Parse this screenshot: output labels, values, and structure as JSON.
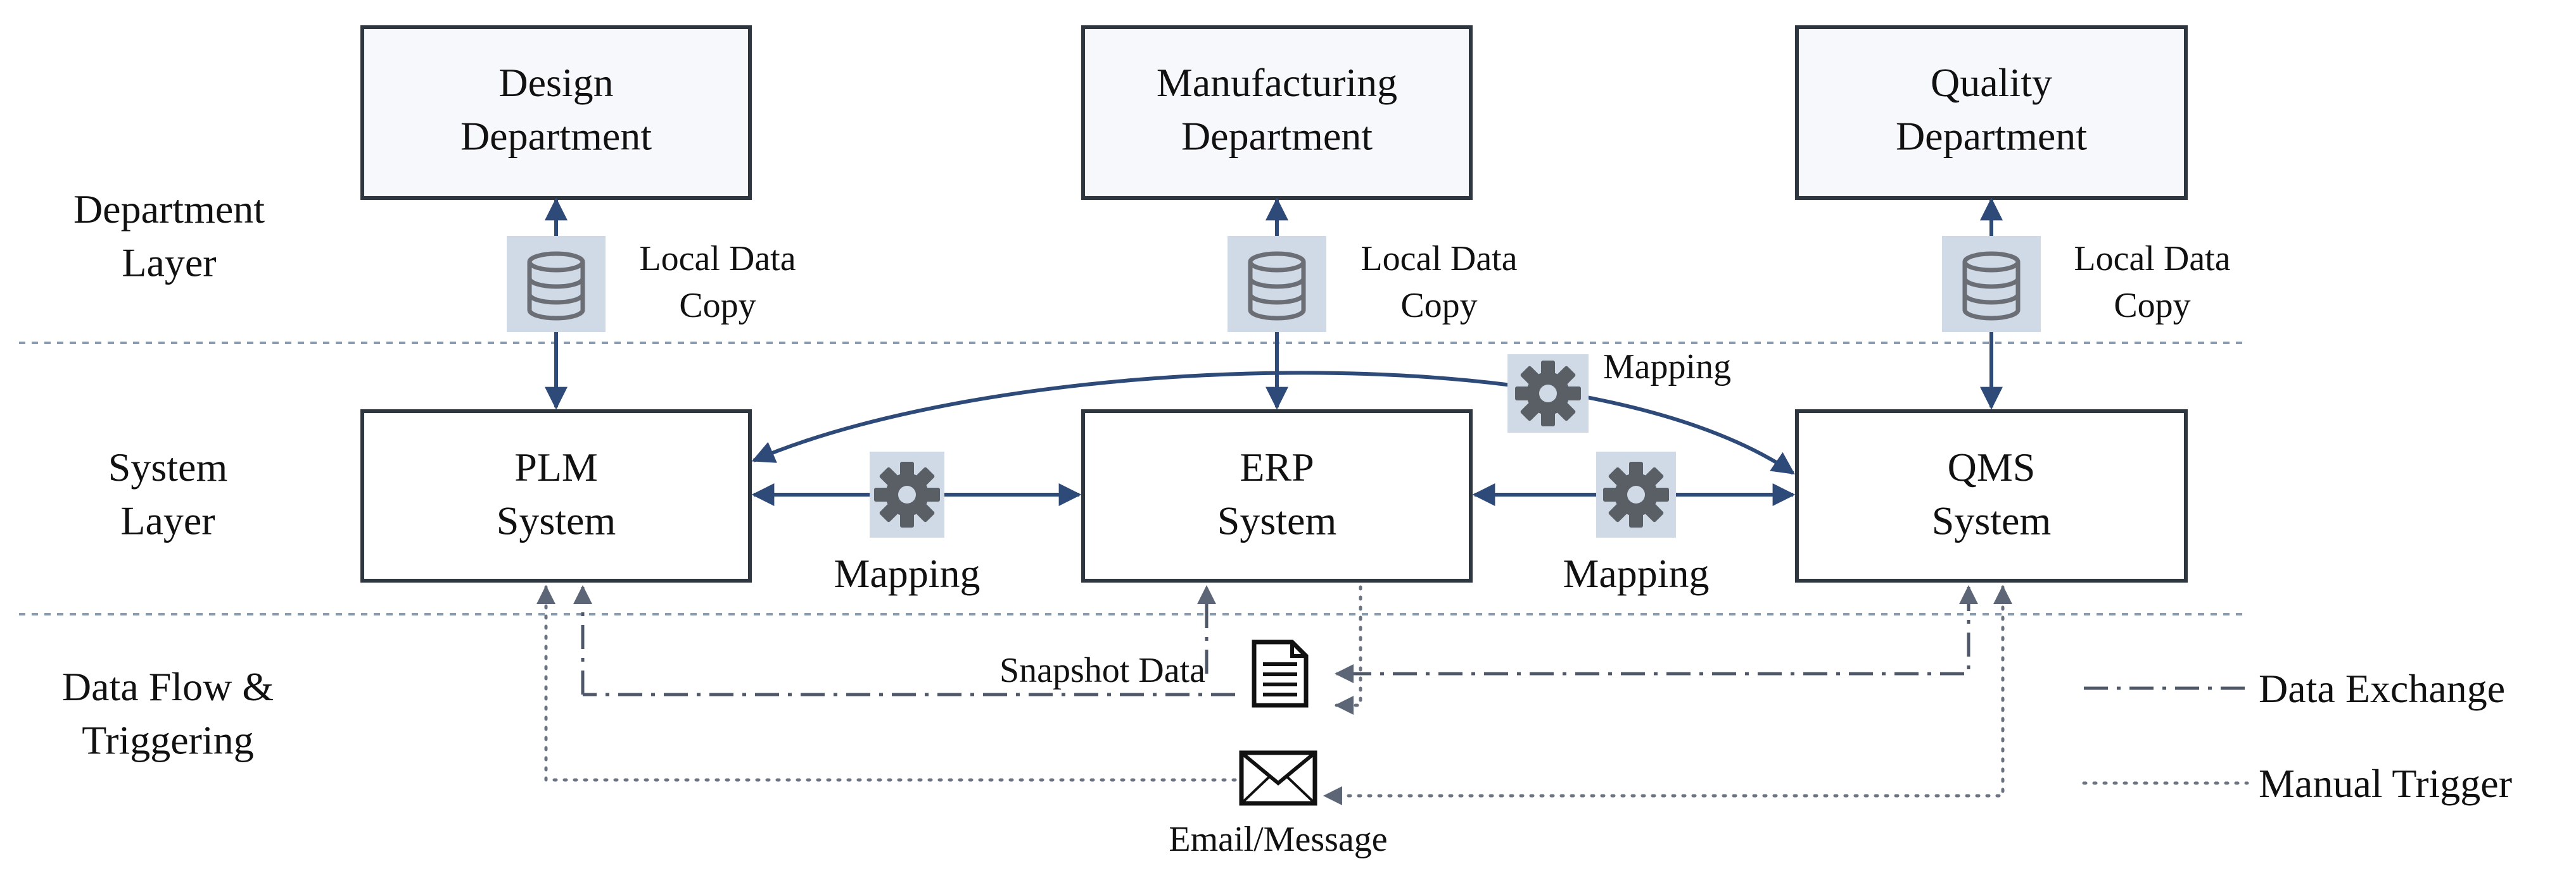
{
  "layers": {
    "department": "Department\nLayer",
    "system": "System\nLayer",
    "dataflow": "Data Flow &\nTriggering"
  },
  "departments": {
    "design": "Design\nDepartment",
    "manufacturing": "Manufacturing\nDepartment",
    "quality": "Quality\nDepartment"
  },
  "local_copy": {
    "design": "Local Data\nCopy",
    "manufacturing": "Local Data\nCopy",
    "quality": "Local Data\nCopy"
  },
  "systems": {
    "plm": "PLM\nSystem",
    "erp": "ERP\nSystem",
    "qms": "QMS\nSystem"
  },
  "mapping": {
    "plm_erp": "Mapping",
    "erp_qms": "Mapping",
    "plm_qms": "Mapping"
  },
  "dataflow": {
    "snapshot": "Snapshot Data",
    "email": "Email/Message"
  },
  "legend": {
    "data_exchange": "Data Exchange",
    "manual_trigger": "Manual Trigger"
  },
  "icons": {
    "database": "database-icon",
    "gear": "gear-icon",
    "document": "document-icon",
    "envelope": "envelope-icon"
  },
  "colors": {
    "arrow": "#2e4a78",
    "icon_bg": "#d0d9e6",
    "icon": "#5a5f66",
    "separator": "#8a9bb0"
  }
}
